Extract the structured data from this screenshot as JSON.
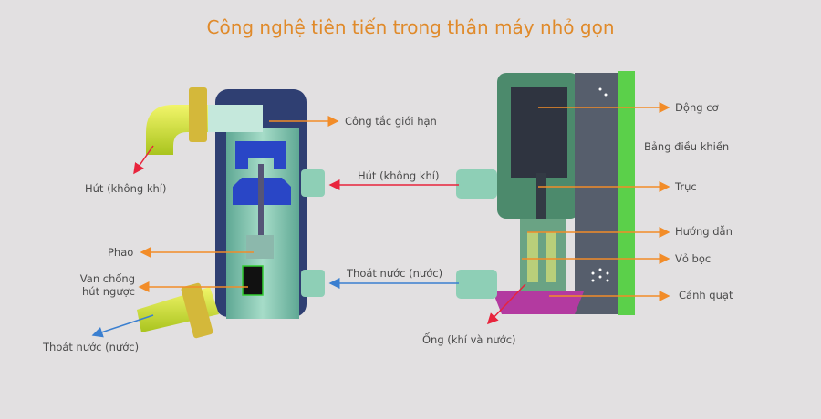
{
  "title": "Công nghệ tiên tiến trong thân máy nhỏ gọn",
  "colors": {
    "background": "#e2e0e1",
    "title": "#e08a2a",
    "arrow_orange": "#f28c28",
    "arrow_red": "#e8243c",
    "arrow_blue": "#3a7fd0",
    "label_text": "#4a4a4a"
  },
  "left_unit": {
    "labels": {
      "limit_switch": "Công tắc giới hạn",
      "suction_air": "Hút (không khí)",
      "float": "Phao",
      "check_valve_line1": "Van chống",
      "check_valve_line2": "hút ngược",
      "drain_water": "Thoát nước (nước)"
    }
  },
  "center": {
    "suction_label": "Hút (không khí)",
    "drain_label": "Thoát nước (nước)"
  },
  "right_unit": {
    "labels": {
      "motor": "Động cơ",
      "control_panel": "Bảng điều khiển",
      "shaft": "Trục",
      "guide": "Hướng dẫn",
      "casing": "Vỏ bọc",
      "impeller": "Cánh quạt",
      "pipe": "Ống (khí và nước)"
    }
  }
}
